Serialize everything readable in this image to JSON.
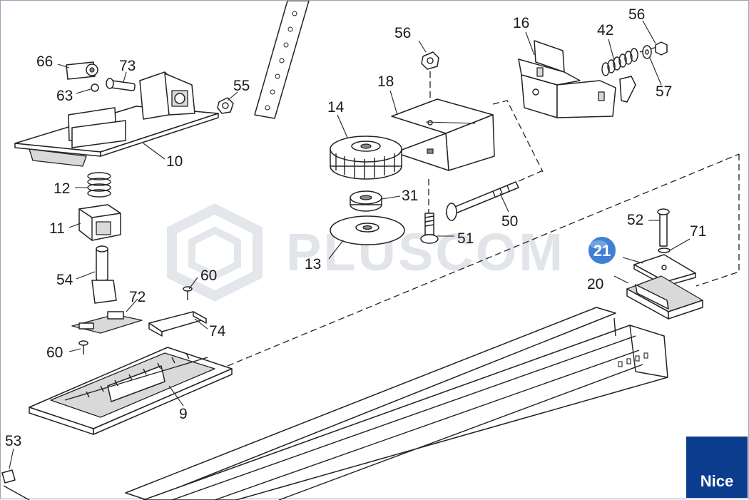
{
  "watermark": "PLUSCOM",
  "brand_logo": "Nice",
  "highlight": {
    "label": "21",
    "color": "#3f7fd6"
  },
  "part_labels": {
    "p66": "66",
    "p73": "73",
    "p63": "63",
    "p55": "55",
    "p10": "10",
    "p12": "12",
    "p11": "11",
    "p54": "54",
    "p72": "72",
    "p60a": "60",
    "p60b": "60",
    "p74": "74",
    "p9": "9",
    "p53": "53",
    "p56a": "56",
    "p18": "18",
    "p14": "14",
    "p31": "31",
    "p13": "13",
    "p51": "51",
    "p50": "50",
    "p16": "16",
    "p42": "42",
    "p56b": "56",
    "p57": "57",
    "p52": "52",
    "p71": "71",
    "p20": "20"
  }
}
